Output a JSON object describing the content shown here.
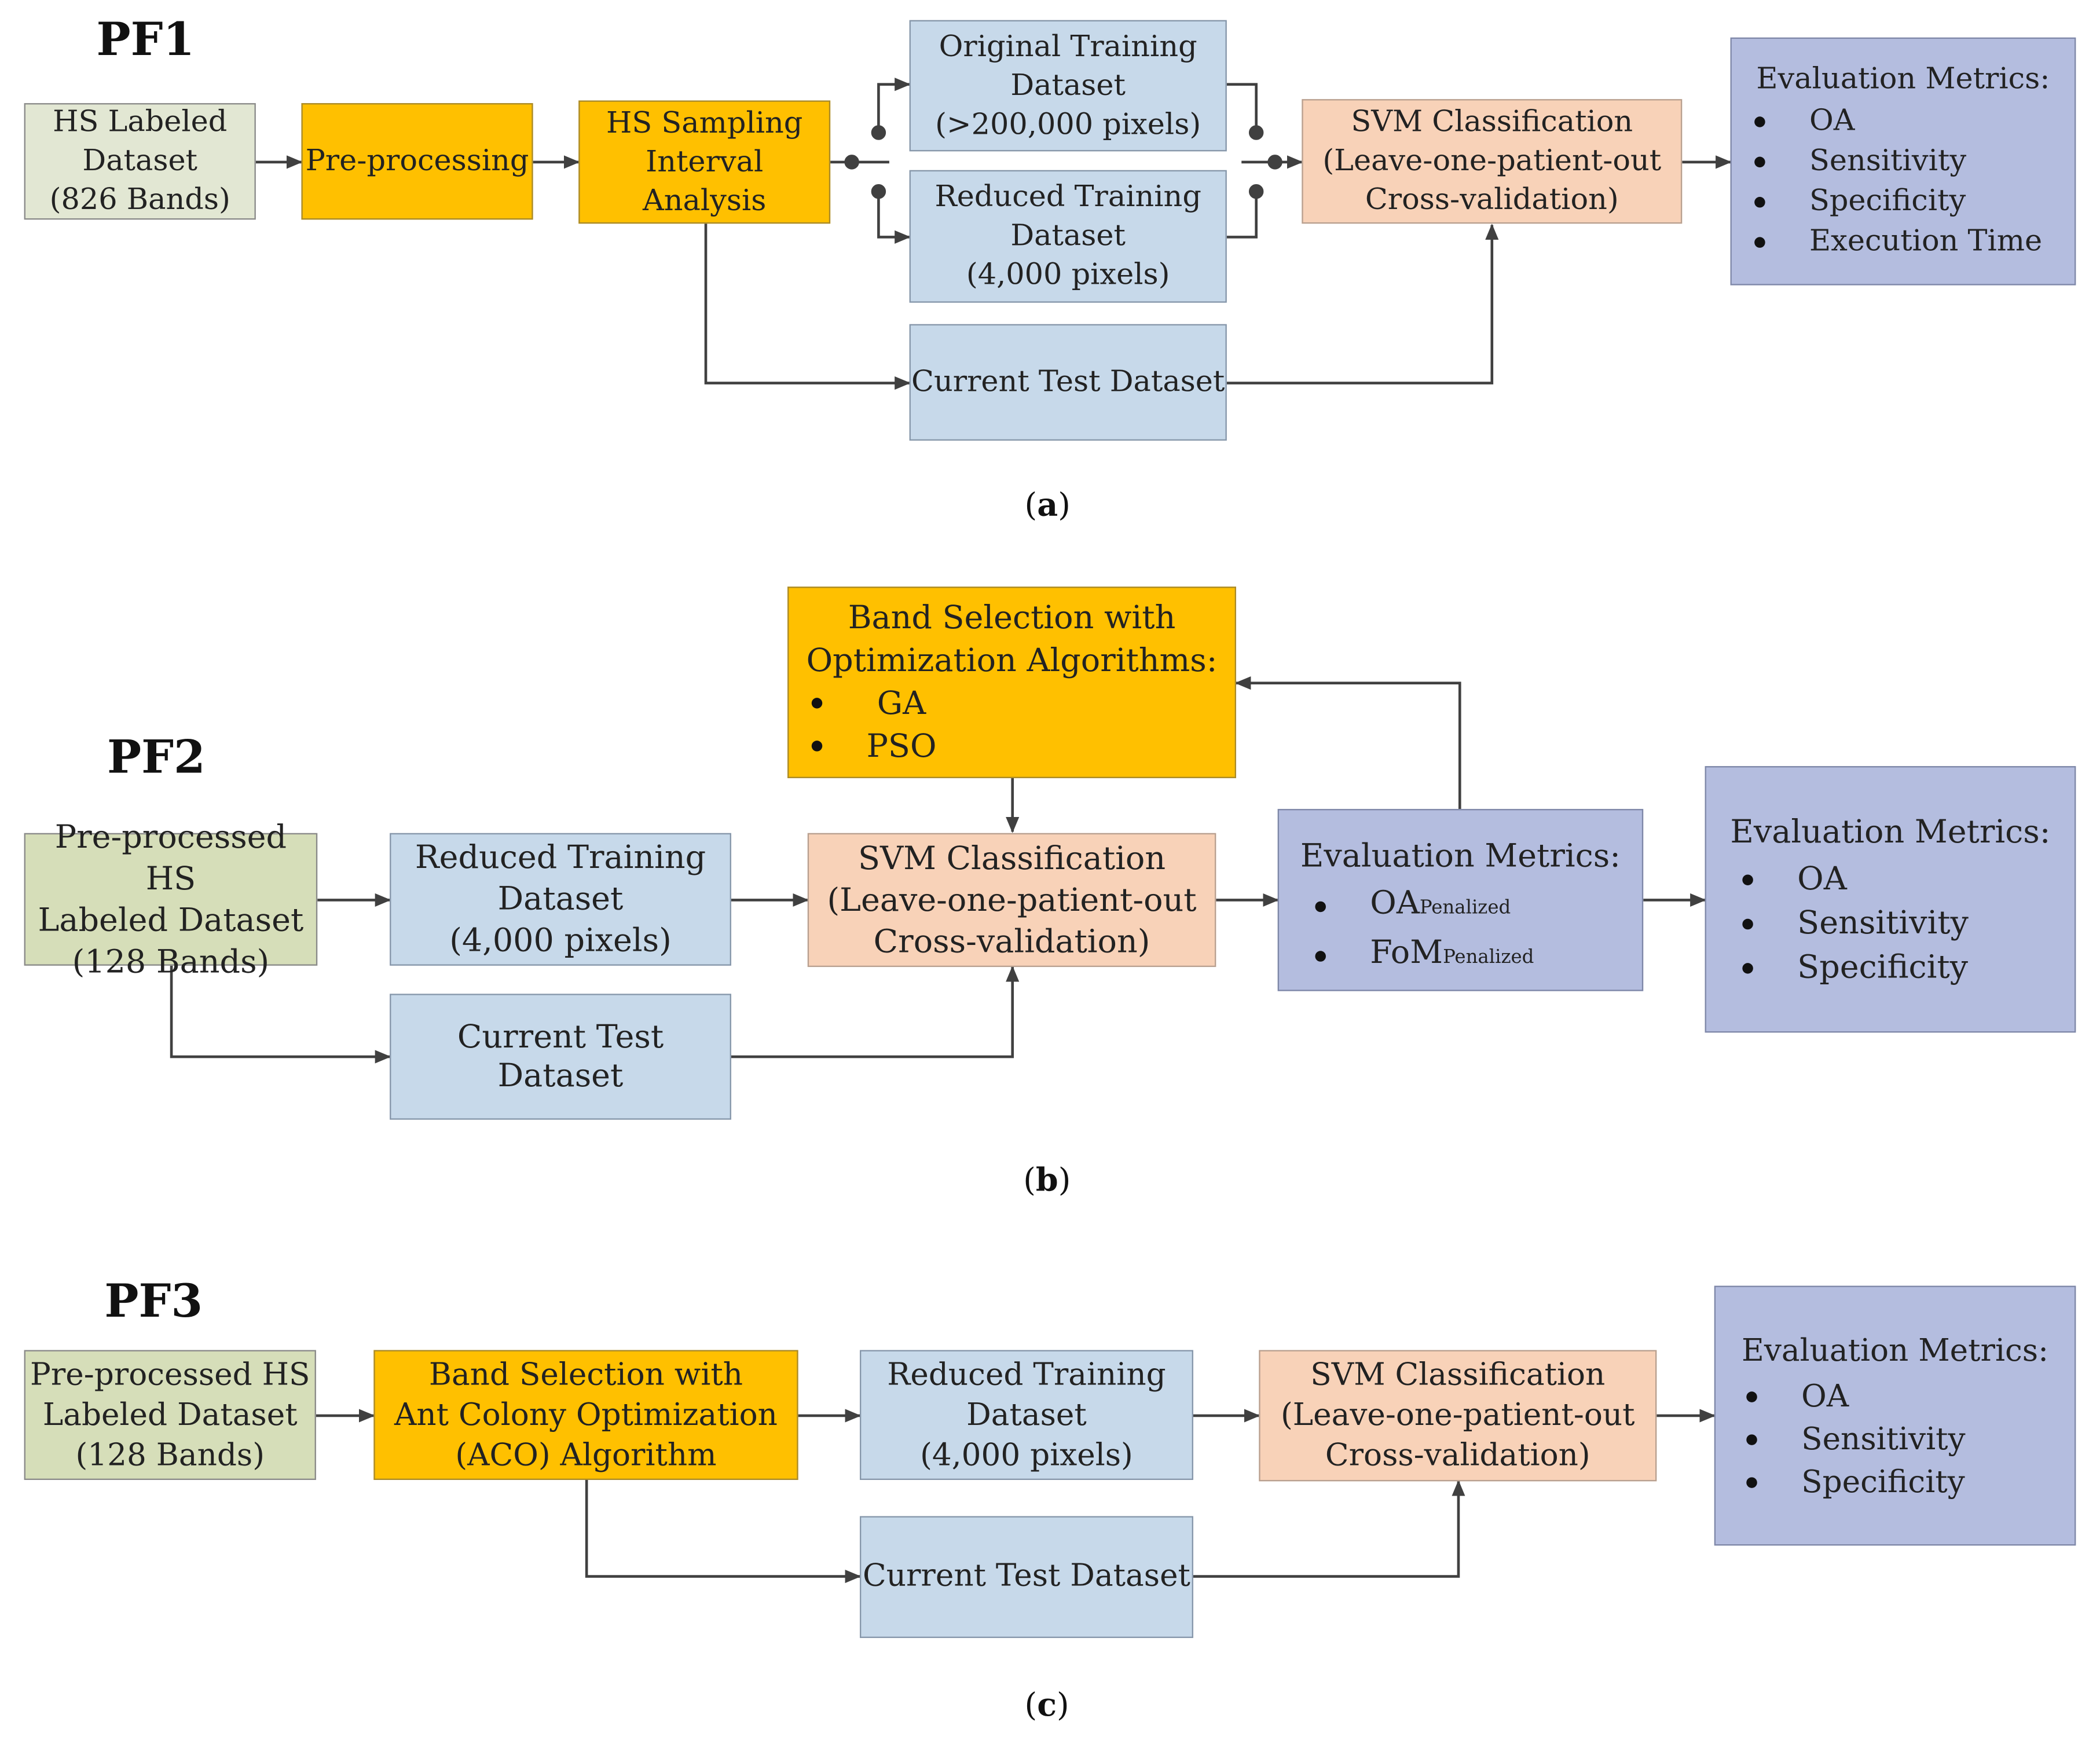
{
  "pf1": {
    "title": "PF1",
    "labeled_dataset": [
      "HS Labeled",
      "Dataset",
      "(826 Bands)"
    ],
    "preprocessing": "Pre-processing",
    "sampling": [
      "HS Sampling",
      "Interval",
      "Analysis"
    ],
    "original_training": [
      "Original Training",
      "Dataset",
      "(>200,000 pixels)"
    ],
    "reduced_training": [
      "Reduced Training",
      "Dataset",
      "(4,000 pixels)"
    ],
    "test_dataset": "Current Test Dataset",
    "svm": [
      "SVM Classification",
      "(Leave-one-patient-out",
      "Cross-validation)"
    ],
    "metrics_title": "Evaluation Metrics:",
    "metrics": [
      "OA",
      "Sensitivity",
      "Specificity",
      "Execution Time"
    ],
    "caption": "a"
  },
  "pf2": {
    "title": "PF2",
    "labeled_dataset": [
      "Pre-processed HS",
      "Labeled Dataset",
      "(128 Bands)"
    ],
    "band_selection_title": [
      "Band Selection with",
      "Optimization Algorithms:"
    ],
    "band_selection_items": [
      "GA",
      "PSO"
    ],
    "reduced_training": [
      "Reduced Training",
      "Dataset",
      "(4,000 pixels)"
    ],
    "test_dataset": "Current Test Dataset",
    "svm": [
      "SVM Classification",
      "(Leave-one-patient-out",
      "Cross-validation)"
    ],
    "inner_metrics_title": "Evaluation Metrics:",
    "inner_metrics": [
      {
        "main": "OA",
        "sub": "Penalized"
      },
      {
        "main": "FoM",
        "sub": "Penalized"
      }
    ],
    "metrics_title": "Evaluation Metrics:",
    "metrics": [
      "OA",
      "Sensitivity",
      "Specificity"
    ],
    "caption": "b"
  },
  "pf3": {
    "title": "PF3",
    "labeled_dataset": [
      "Pre-processed HS",
      "Labeled Dataset",
      "(128 Bands)"
    ],
    "band_selection": [
      "Band Selection with",
      "Ant Colony Optimization",
      "(ACO) Algorithm"
    ],
    "reduced_training": [
      "Reduced Training",
      "Dataset",
      "(4,000 pixels)"
    ],
    "test_dataset": "Current Test Dataset",
    "svm": [
      "SVM Classification",
      "(Leave-one-patient-out",
      "Cross-validation)"
    ],
    "metrics_title": "Evaluation Metrics:",
    "metrics": [
      "OA",
      "Sensitivity",
      "Specificity"
    ],
    "caption": "c"
  },
  "colors": {
    "labeled_pf1": "#e2e7d3",
    "labeled_pf23": "#d6deb9",
    "orange": "#ffc000",
    "blue": "#c7d9ea",
    "peach": "#f8d2b8",
    "purple": "#b4bddf",
    "wire": "#404040"
  }
}
